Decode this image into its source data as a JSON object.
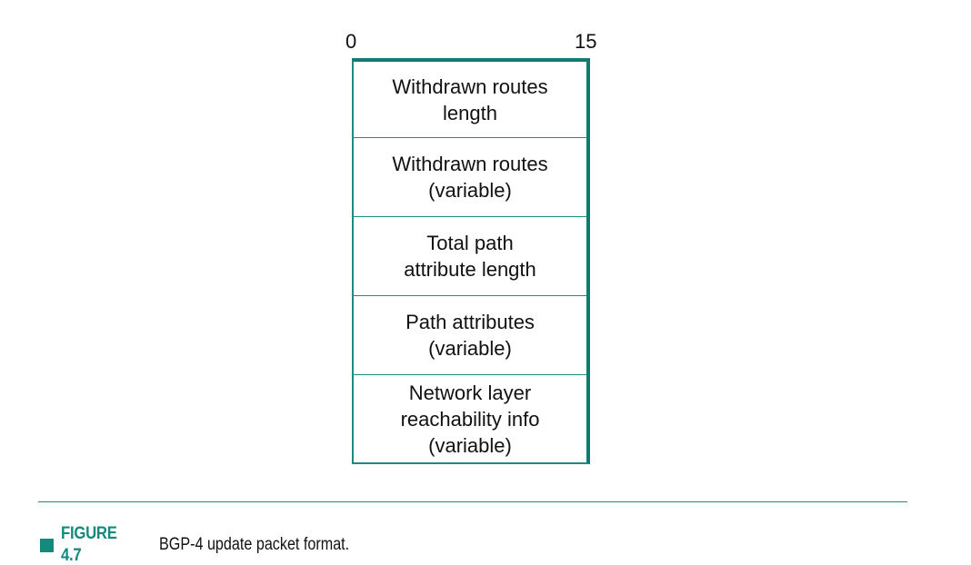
{
  "diagram": {
    "bit_start": "0",
    "bit_end": "15",
    "fields": [
      {
        "label": "Withdrawn routes\nlength"
      },
      {
        "label": "Withdrawn routes\n(variable)"
      },
      {
        "label": "Total path\nattribute length"
      },
      {
        "label": "Path attributes\n(variable)"
      },
      {
        "label": "Network layer\nreachability info\n(variable)"
      }
    ],
    "colors": {
      "accent": "#138a7e",
      "border": "#1f8a80"
    }
  },
  "caption": {
    "label": "FIGURE 4.7",
    "text": "BGP-4 update packet format."
  }
}
